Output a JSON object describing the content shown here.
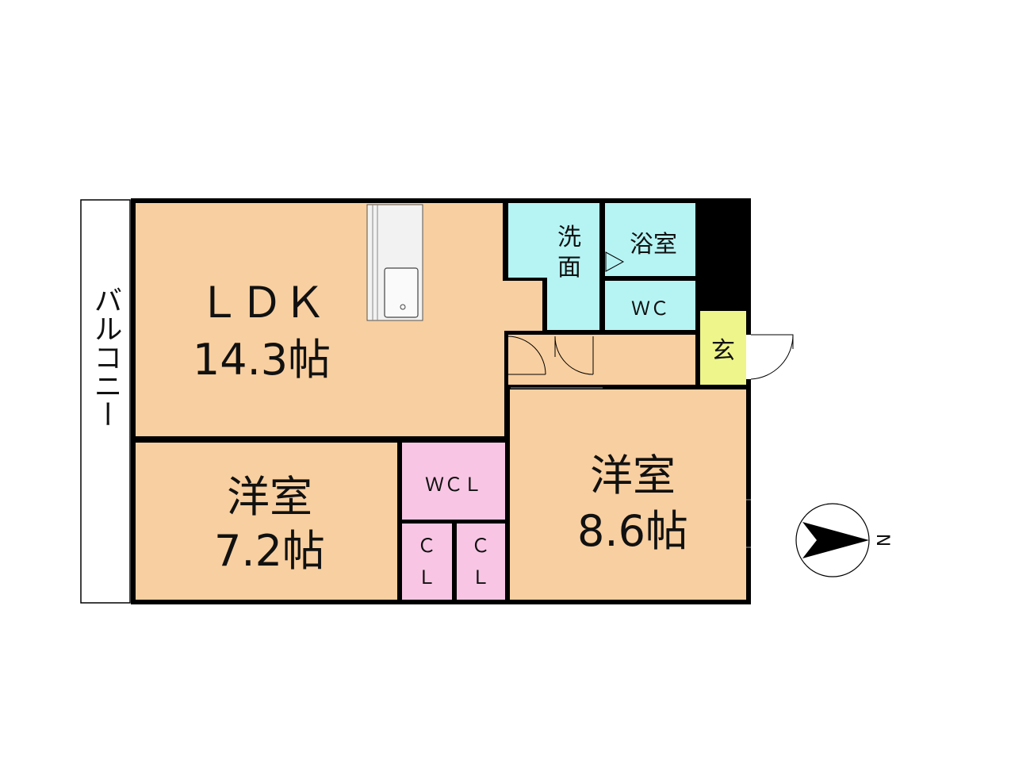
{
  "rooms": {
    "ldk": {
      "name": "ＬＤＫ",
      "size": "14.3帖"
    },
    "western_left": {
      "name": "洋室",
      "size": "7.2帖"
    },
    "western_right": {
      "name": "洋室",
      "size": "8.6帖"
    },
    "wcl": "ＷＣＬ",
    "closet_1": [
      "Ｃ",
      "Ｌ"
    ],
    "closet_2": [
      "Ｃ",
      "Ｌ"
    ],
    "washroom": [
      "洗",
      "面"
    ],
    "bathroom": "浴室",
    "toilet": "ＷＣ",
    "entrance": "玄",
    "balcony": "バルコニー"
  },
  "compass": {
    "label": "N",
    "pointing": "right",
    "icon": "compass-arrow-icon"
  },
  "colors": {
    "living": "#f8cfa0",
    "closet": "#f8c6e4",
    "wet_area": "#b6f4f4",
    "entrance": "#eef58a",
    "wall": "#000000"
  }
}
